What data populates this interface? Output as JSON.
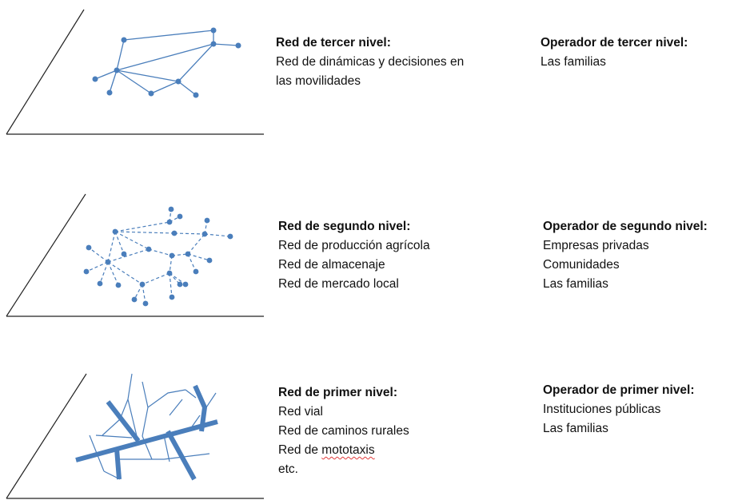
{
  "levels": [
    {
      "network": {
        "title": "Red de tercer nivel:",
        "lines": [
          "Red de dinámicas y decisiones en",
          "las movilidades"
        ]
      },
      "operator": {
        "title": "Operador de tercer nivel:",
        "lines": [
          "Las familias"
        ]
      }
    },
    {
      "network": {
        "title": "Red de segundo nivel:",
        "lines": [
          "Red de producción agrícola",
          "Red de almacenaje",
          "Red de mercado local"
        ]
      },
      "operator": {
        "title": "Operador de segundo nivel:",
        "lines": [
          "Empresas privadas",
          "Comunidades",
          "Las familias"
        ]
      }
    },
    {
      "network": {
        "title": "Red de primer nivel:",
        "lines": [
          "Red vial",
          "Red de caminos rurales",
          "Red de mototaxis",
          "etc."
        ]
      },
      "operator": {
        "title": "Operador de primer nivel:",
        "lines": [
          "Instituciones públicas",
          "Las familias"
        ]
      }
    }
  ],
  "colors": {
    "network": "#4a7ebb",
    "plane": "#222222",
    "spellcheck": "#e23b3b"
  }
}
